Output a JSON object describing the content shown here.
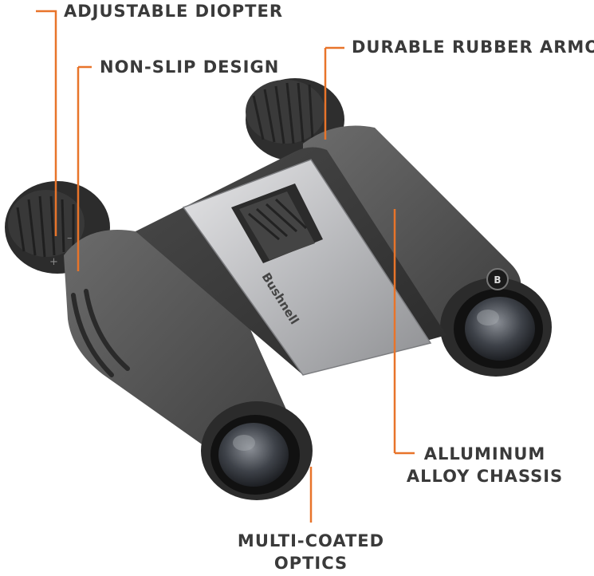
{
  "accent_color": "#e8742a",
  "product": {
    "brand_text": "Bushnell",
    "diopter_markings": [
      "+",
      "–"
    ]
  },
  "callouts": {
    "adjustable_diopter": "ADJUSTABLE DIOPTER",
    "non_slip_design": "NON-SLIP DESIGN",
    "durable_rubber_armor": "DURABLE RUBBER ARMOR",
    "aluminum_chassis_line1": "ALLUMINUM",
    "aluminum_chassis_line2": "ALLOY CHASSIS",
    "multi_coated_line1": "MULTI-COATED",
    "multi_coated_line2": "OPTICS"
  }
}
